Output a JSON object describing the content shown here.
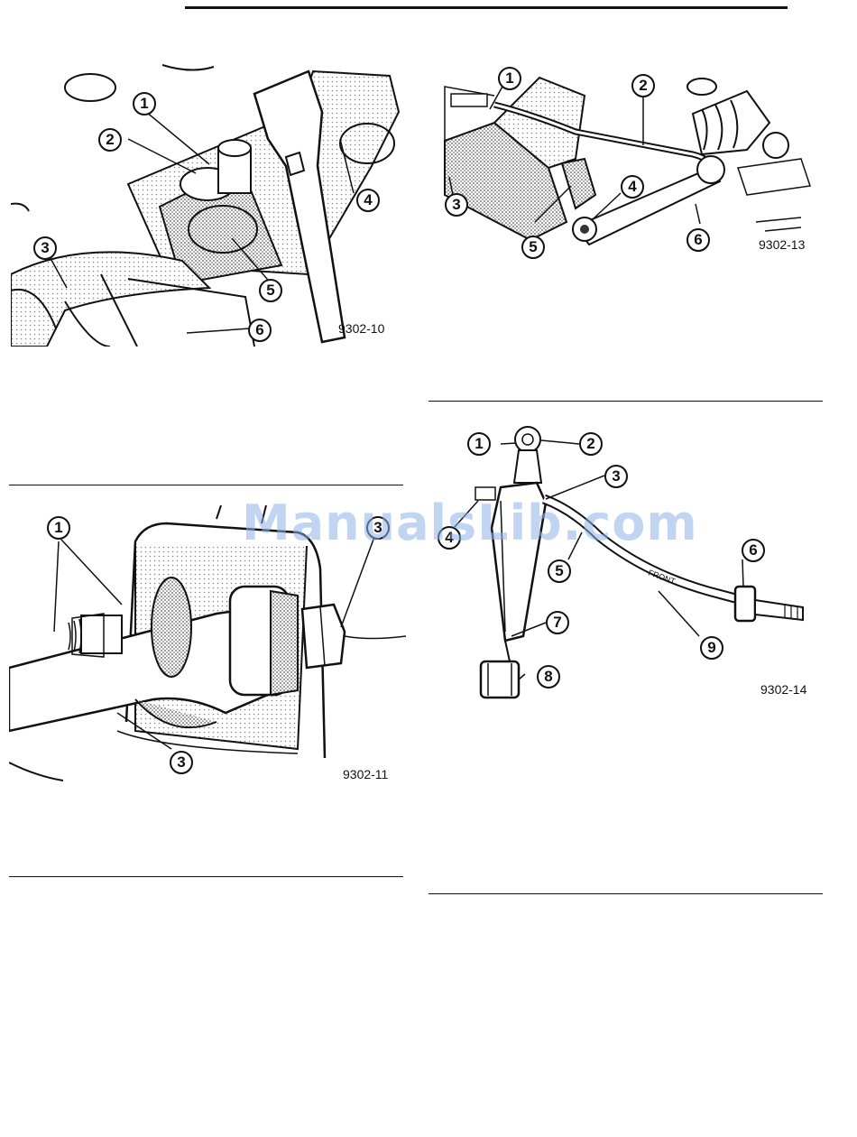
{
  "figures": [
    {
      "code": "9302-10",
      "callouts": [
        "1",
        "2",
        "3",
        "4",
        "5",
        "6"
      ]
    },
    {
      "code": "9302-13",
      "callouts": [
        "1",
        "2",
        "3",
        "4",
        "5",
        "6"
      ]
    },
    {
      "code": "9302-11",
      "callouts": [
        "1",
        "3",
        "3"
      ]
    },
    {
      "code": "9302-14",
      "callouts": [
        "1",
        "2",
        "3",
        "4",
        "5",
        "6",
        "7",
        "8",
        "9"
      ],
      "part_text": "FRONT"
    }
  ],
  "watermark": "ManualsLib.com"
}
